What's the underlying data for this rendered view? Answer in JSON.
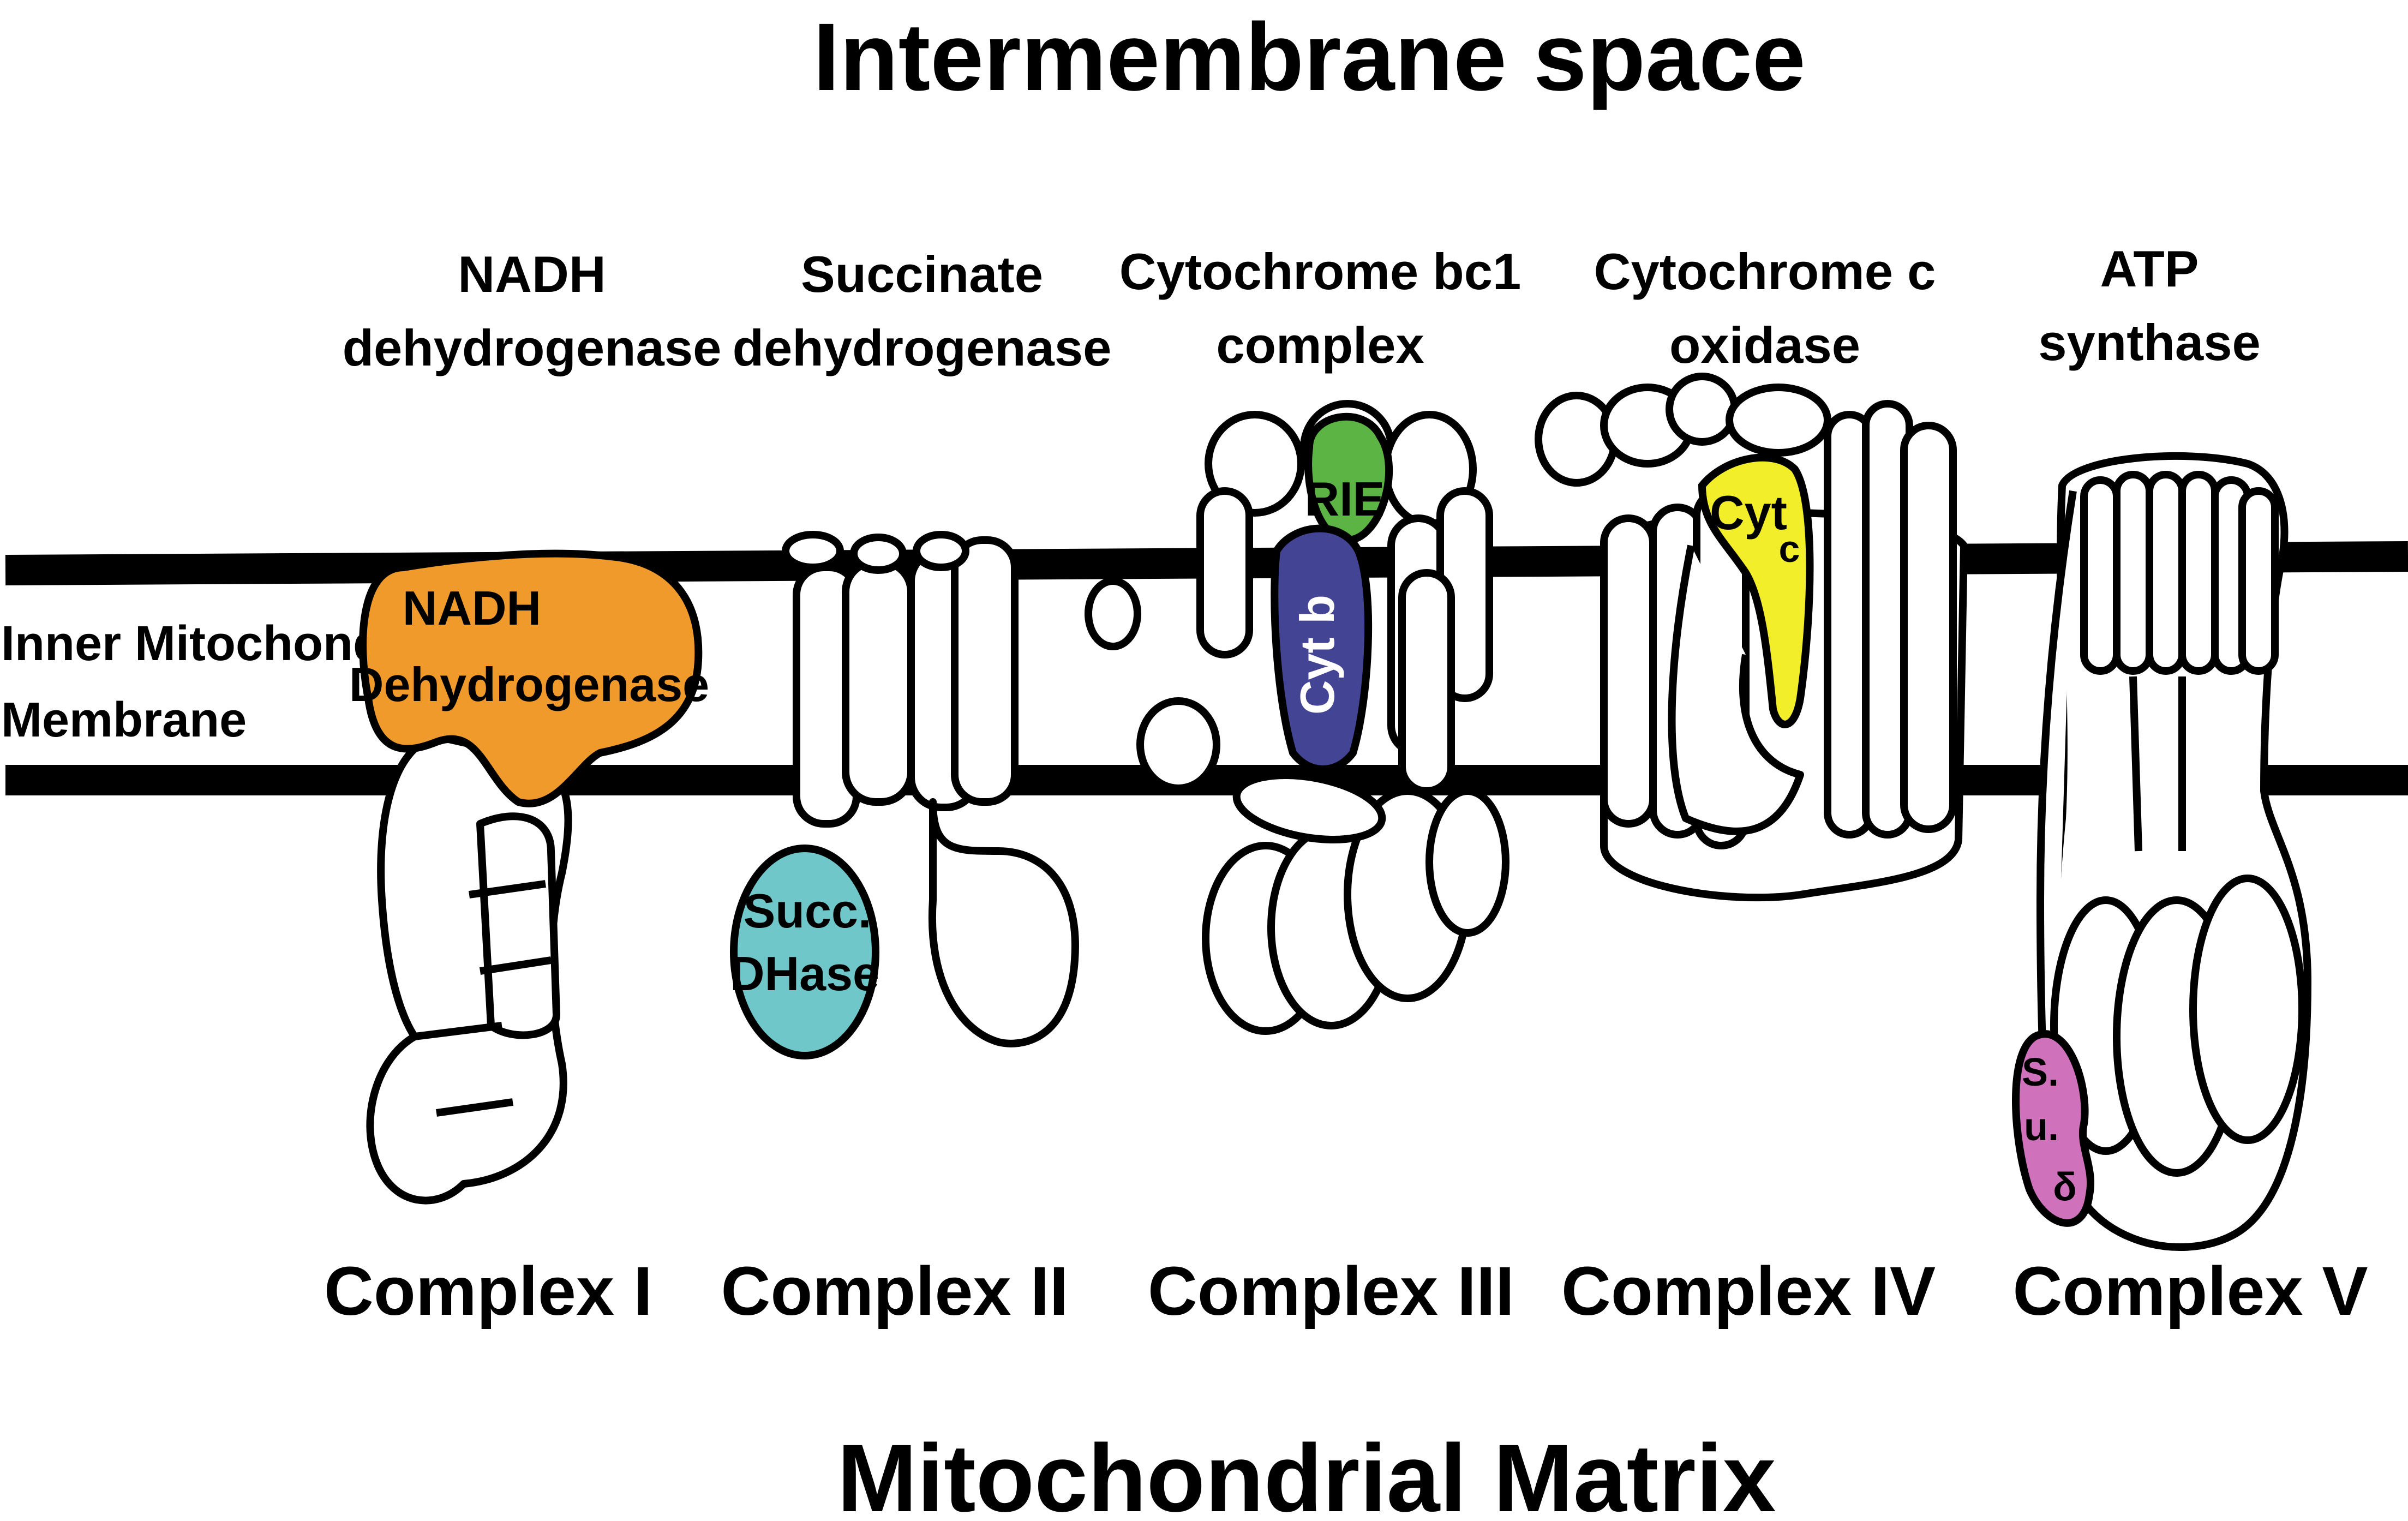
{
  "top_label": "Intermembrane space",
  "bottom_label": "Mitochondrial Matrix",
  "membrane_label": {
    "line1": "Inner Mitochondrial",
    "line2": "Membrane"
  },
  "complexes": [
    {
      "name": [
        "NADH",
        "dehydrogenase"
      ],
      "label": "Complex I",
      "highlight": {
        "lines": [
          "NADH",
          "Dehydrogenase"
        ],
        "color": "#f09a2c"
      }
    },
    {
      "name": [
        "Succinate",
        "dehydrogenase"
      ],
      "label": "Complex II",
      "highlight": {
        "lines": [
          "Succ.",
          "DHase"
        ],
        "color": "#6fc7c9"
      }
    },
    {
      "name": [
        "Cytochrome bc1",
        "complex"
      ],
      "label": "Complex III",
      "highlights": [
        {
          "text": "RIE",
          "color": "#5cb445"
        },
        {
          "text": "Cyt b",
          "color": "#444494"
        }
      ]
    },
    {
      "name": [
        "Cytochrome c",
        "oxidase"
      ],
      "label": "Complex IV",
      "highlight": {
        "text": "Cyt",
        "sub": "c",
        "color": "#f2ee2a"
      }
    },
    {
      "name": [
        "ATP",
        "synthase"
      ],
      "label": "Complex V",
      "highlight": {
        "lines": [
          "S.",
          "u.",
          "δ"
        ],
        "color": "#cf72bb"
      }
    }
  ]
}
